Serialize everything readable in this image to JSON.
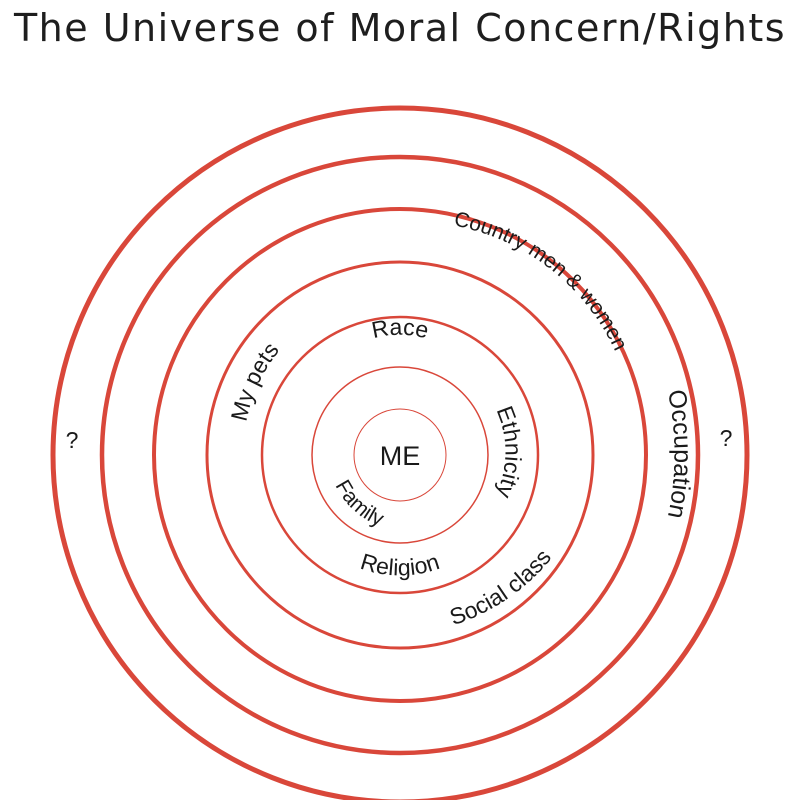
{
  "title": "The Universe of Moral Concern/Rights",
  "colors": {
    "ring": "#d9473a",
    "text": "#1a1a1a"
  },
  "center_label": "ME",
  "labels": {
    "family": "Family",
    "race": "Race",
    "ethnicity": "Ethnicity",
    "religion": "Religion",
    "my_pets": "My pets",
    "social_class": "Social class",
    "country": "Country men & women",
    "occupation": "Occupation",
    "unknown_left": "?",
    "unknown_right": "?"
  }
}
